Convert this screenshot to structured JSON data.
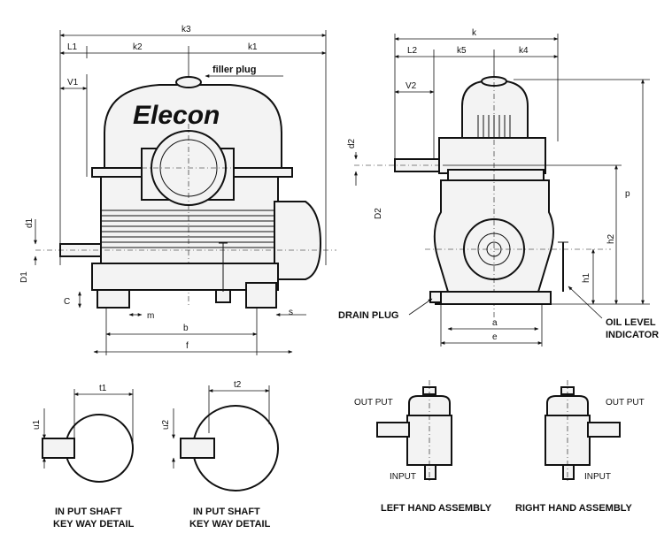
{
  "labels": {
    "k3": "k3",
    "L1": "L1",
    "k2": "k2",
    "k1": "k1",
    "V1": "V1",
    "d1": "d1",
    "D1": "D1",
    "C": "C",
    "m": "m",
    "b": "b",
    "s": "s",
    "f": "f",
    "filler_plug": "filler plug",
    "brand": "Elecon",
    "k": "k",
    "L2": "L2",
    "k5": "k5",
    "k4": "k4",
    "V2": "V2",
    "d2": "d2",
    "D2": "D2",
    "p": "p",
    "h2": "h2",
    "h1": "h1",
    "a": "a",
    "e": "e",
    "drain_plug": "DRAIN PLUG",
    "oil_level_line1": "OIL LEVEL",
    "oil_level_line2": "INDICATOR",
    "t1": "t1",
    "u1": "u1",
    "t2": "t2",
    "u2": "u2",
    "input_keyway_line1": "IN PUT SHAFT",
    "input_keyway_line2": "KEY WAY DETAIL",
    "output_keyway_line1": "IN PUT SHAFT",
    "output_keyway_line2": "KEY WAY DETAIL",
    "lh_output": "OUT PUT",
    "lh_input": "INPUT",
    "lh_caption": "LEFT HAND ASSEMBLY",
    "rh_output": "OUT PUT",
    "rh_input": "INPUT",
    "rh_caption": "RIGHT HAND ASSEMBLY"
  }
}
